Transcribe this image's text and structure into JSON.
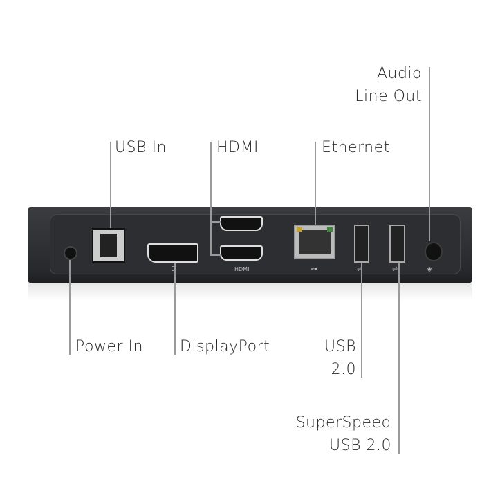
{
  "labels": {
    "audio": [
      "Audio",
      "Line Out"
    ],
    "usb_in": "USB In",
    "hdmi": "HDMI",
    "ethernet": "Ethernet",
    "power_in": "Power In",
    "displayport": "DisplayPort",
    "usb2": [
      "USB",
      "2.0"
    ],
    "superspeed": [
      "SuperSpeed",
      "USB 2.0"
    ]
  },
  "port_markings": {
    "hdmi": "HDMI",
    "dp": "D"
  },
  "colors": {
    "device": "#2a2c2f",
    "panel": "#323438",
    "line": "#9a9a9a",
    "eth_led_left": "#c9a020",
    "eth_led_right": "#3a8a3a"
  }
}
